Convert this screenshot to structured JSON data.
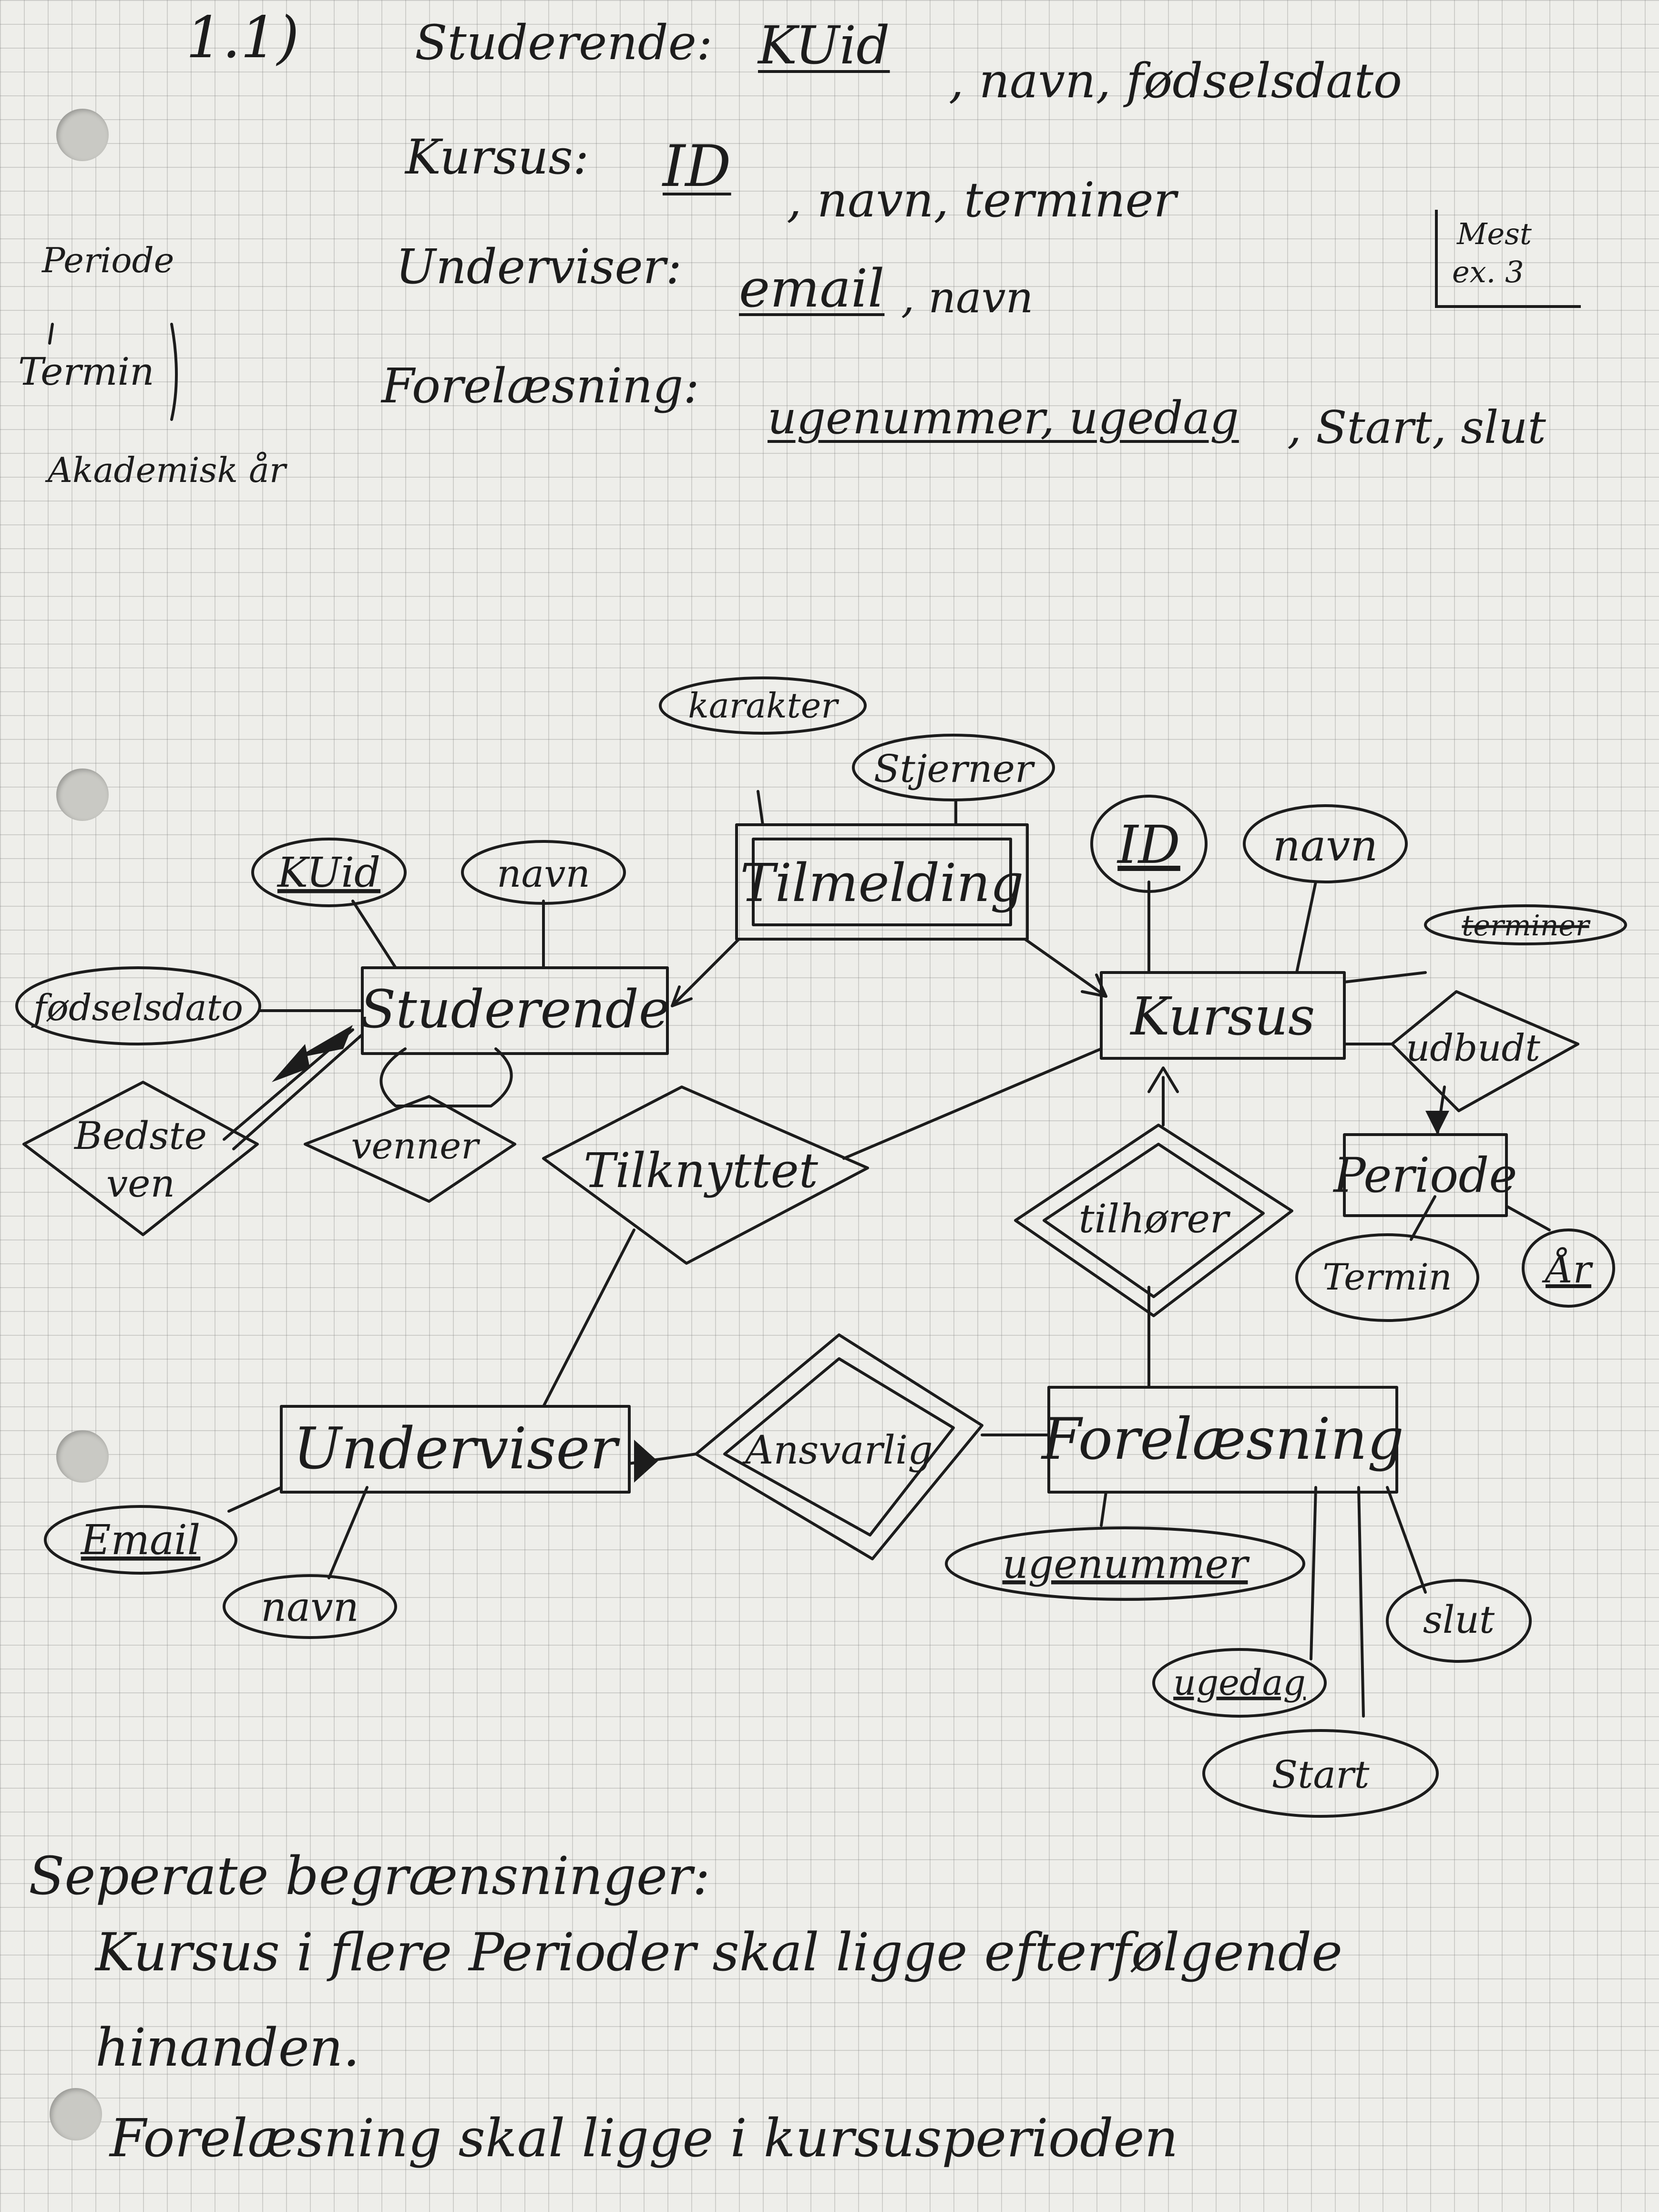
{
  "header": {
    "exercise": "1.1)",
    "lines": [
      {
        "entity": "Studerende:",
        "key": "KUid",
        "rest": ", navn, fødselsdato"
      },
      {
        "entity": "Kursus:",
        "key": "ID",
        "rest": ", navn, terminer"
      },
      {
        "entity": "Underviser:",
        "key": "email",
        "rest": ", navn"
      },
      {
        "entity": "Forelæsning:",
        "key": "ugenummer, ugedag",
        "rest": ", Start, slut"
      }
    ],
    "note": [
      "Mest",
      "ex. 3"
    ]
  },
  "side_note": {
    "line1": "Periode",
    "line2": "Termin",
    "line3": "Akademisk år"
  },
  "diagram": {
    "entities": {
      "studerende": "Studerende",
      "kursus": "Kursus",
      "tilmelding": "Tilmelding",
      "underviser": "Underviser",
      "forelaesning": "Forelæsning",
      "periode": "Periode"
    },
    "relationships": {
      "bedste_ven": [
        "Bedste",
        "ven"
      ],
      "venner": "venner",
      "tilknyttet": "Tilknyttet",
      "tilhorer": "tilhører",
      "udbudt": "udbudt",
      "ansvarlig": "Ansvarlig"
    },
    "attributes": {
      "karakter": "karakter",
      "stjerner": "Stjerner",
      "kuid": "KUid",
      "stud_navn": "navn",
      "fodselsdato": "fødselsdato",
      "id": "ID",
      "kursus_navn": "navn",
      "terminer": "terminer",
      "termin": "Termin",
      "aar": "År",
      "email": "Email",
      "underviser_navn": "navn",
      "ugenummer": "ugenummer",
      "ugedag": "ugedag",
      "start": "Start",
      "slut": "slut"
    }
  },
  "footer": {
    "heading": "Seperate begrænsninger:",
    "lines": [
      "Kursus i flere Perioder skal ligge efterfølgende",
      "hinanden.",
      "Forelæsning skal ligge i kursusperioden"
    ]
  }
}
